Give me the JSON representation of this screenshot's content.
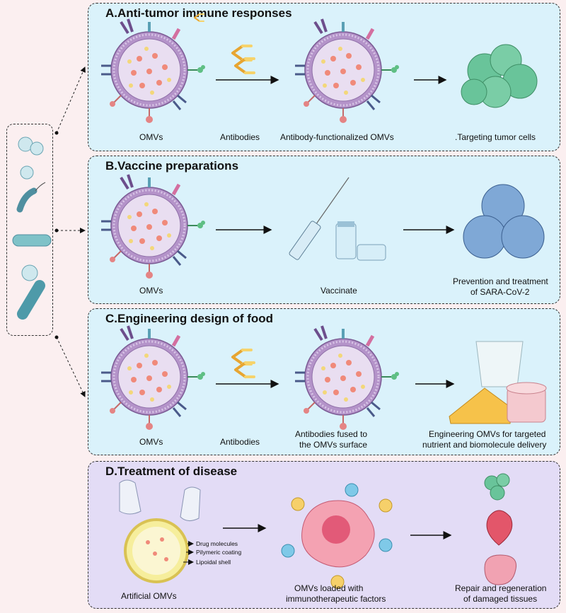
{
  "panels": {
    "a": {
      "title": "A.Anti-tumor immune responses",
      "label_omvs": "OMVs",
      "label_antibodies": "Antibodies",
      "label_functionalized": "Antibody-functionalized OMVs",
      "label_targeting": ".Targeting tumor cells"
    },
    "b": {
      "title": "B.Vaccine preparations",
      "label_omvs": "OMVs",
      "label_vaccinate": "Vaccinate",
      "label_prevention_1": "Prevention and treatment",
      "label_prevention_2": "of SARA-CoV-2"
    },
    "c": {
      "title": "C.Engineering design of food",
      "label_omvs": "OMVs",
      "label_antibodies": "Antibodies",
      "label_fused_1": "Antibodies fused to",
      "label_fused_2": "the OMVs surface",
      "label_engineering_1": "Engineering OMVs for targeted",
      "label_engineering_2": "nutrient and biomolecule delivery"
    },
    "d": {
      "title": "D.Treatment of disease",
      "label_artificial": "Artificial OMVs",
      "label_loaded_1": "OMVs loaded with",
      "label_loaded_2": "immunotherapeutic factors",
      "label_repair_1": "Repair and regeneration",
      "label_repair_2": "of damaged tissues",
      "label_drug": "Drug molecules",
      "label_coating": "Pilymeric coating",
      "label_shell": "Lipoidal shell"
    }
  },
  "colors": {
    "panel_cyan": "#daf2fb",
    "panel_lavender": "#e3dcf6",
    "background": "#fbeff0",
    "omv_membrane": "#b493c9",
    "omv_core": "#e7dcef"
  }
}
